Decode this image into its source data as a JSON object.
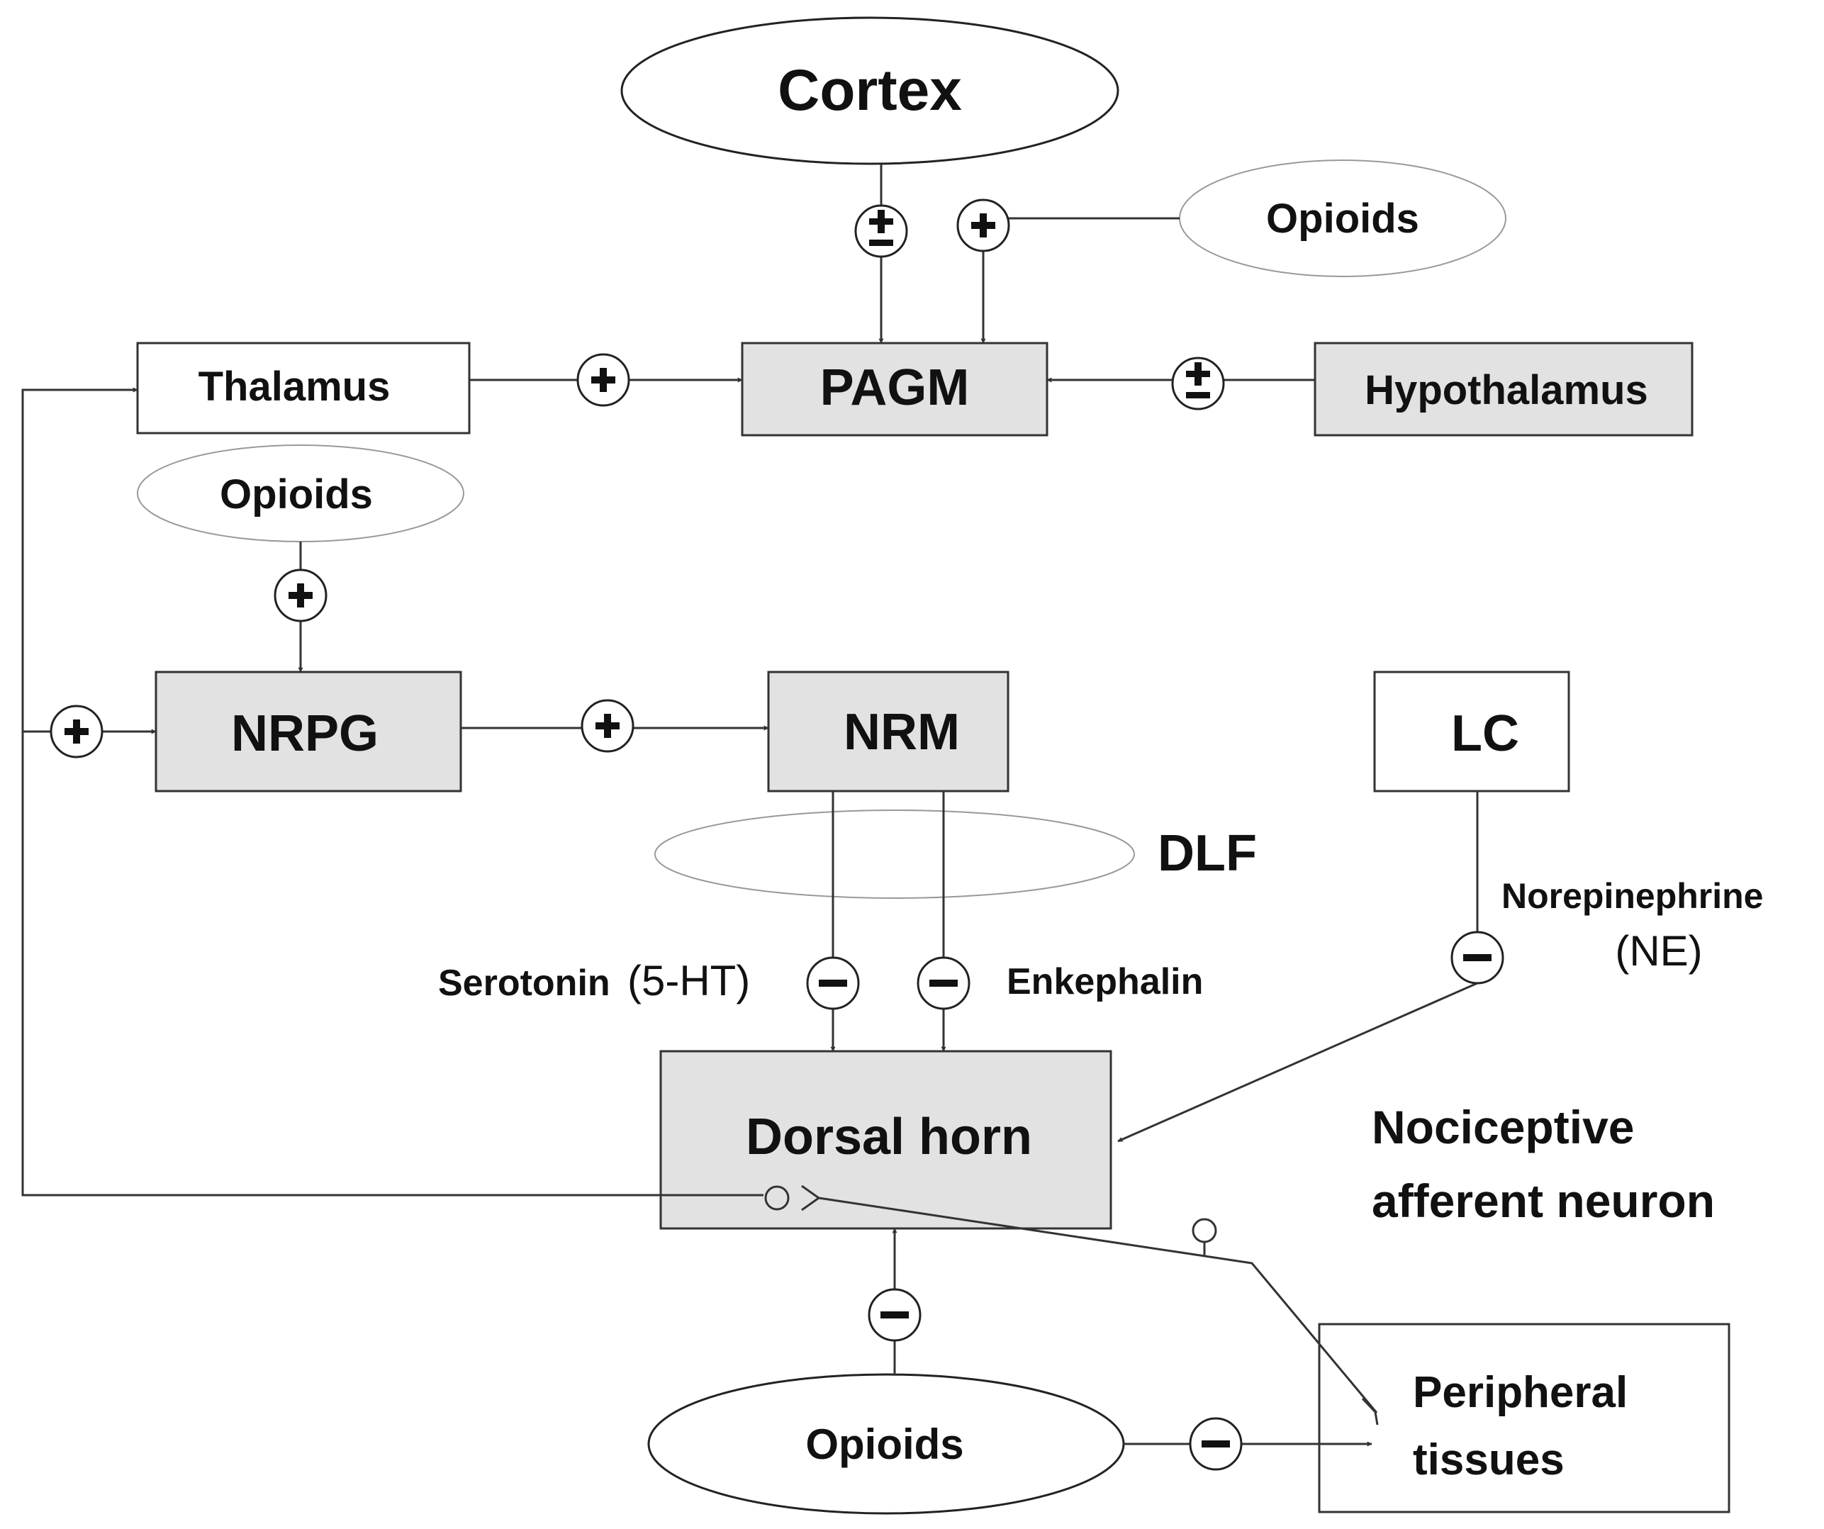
{
  "nodes": {
    "cortex": "Cortex",
    "opioids_top": "Opioids",
    "thalamus": "Thalamus",
    "pagm": "PAGM",
    "hypothalamus": "Hypothalamus",
    "opioids_mid": "Opioids",
    "nrpg": "NRPG",
    "nrm": "NRM",
    "lc": "LC",
    "dlf": "DLF",
    "serotonin": "Serotonin",
    "serotonin_abbr": "(5-HT)",
    "enkephalin": "Enkephalin",
    "norepinephrine": "Norepinephrine",
    "norepinephrine_abbr": "(NE)",
    "dorsal_horn": "Dorsal horn",
    "nociceptive_line1": "Nociceptive",
    "nociceptive_line2": "afferent neuron",
    "opioids_bottom": "Opioids",
    "peripheral_line1": "Peripheral",
    "peripheral_line2": "tissues"
  },
  "symbols": {
    "plus_minus": "plus-minus-sign",
    "plus": "plus-sign",
    "minus": "minus-sign"
  },
  "colors": {
    "box_fill_gray": "#e2e2e2",
    "box_fill_white": "#ffffff",
    "stroke": "#333333"
  }
}
